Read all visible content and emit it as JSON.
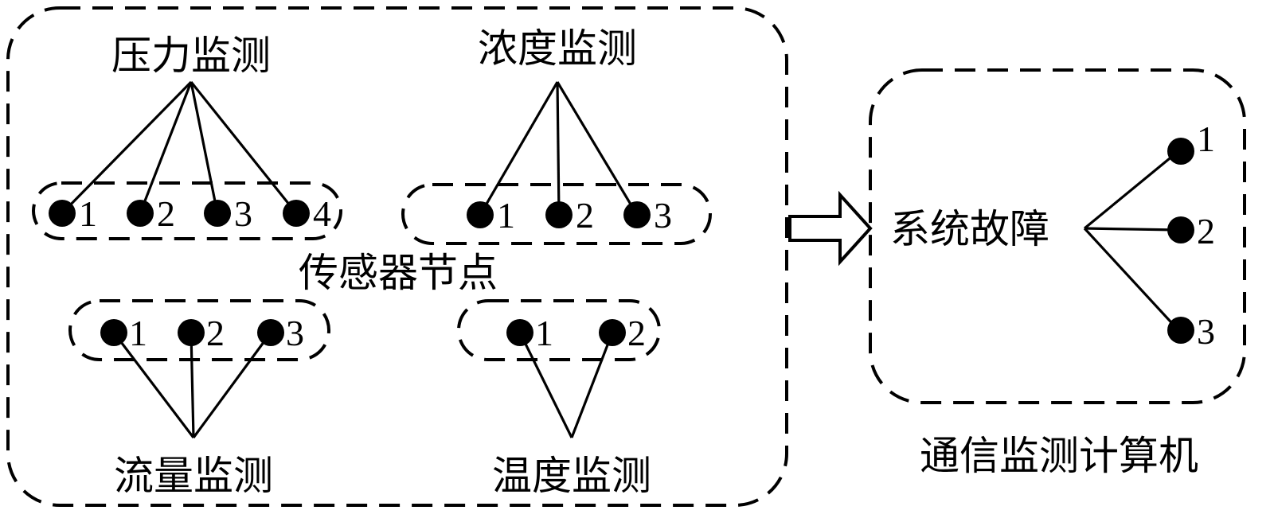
{
  "monitoring_system": {
    "sensor_node_label": "传感器节点",
    "groups": [
      {
        "id": "pressure",
        "label": "压力监测",
        "sensors": [
          "1",
          "2",
          "3",
          "4"
        ]
      },
      {
        "id": "concentration",
        "label": "浓度监测",
        "sensors": [
          "1",
          "2",
          "3"
        ]
      },
      {
        "id": "flow",
        "label": "流量监测",
        "sensors": [
          "1",
          "2",
          "3"
        ]
      },
      {
        "id": "temperature",
        "label": "温度监测",
        "sensors": [
          "1",
          "2"
        ]
      }
    ]
  },
  "computer": {
    "label": "通信监测计算机",
    "fault_label": "系统故障",
    "outputs": [
      "1",
      "2",
      "3"
    ]
  }
}
